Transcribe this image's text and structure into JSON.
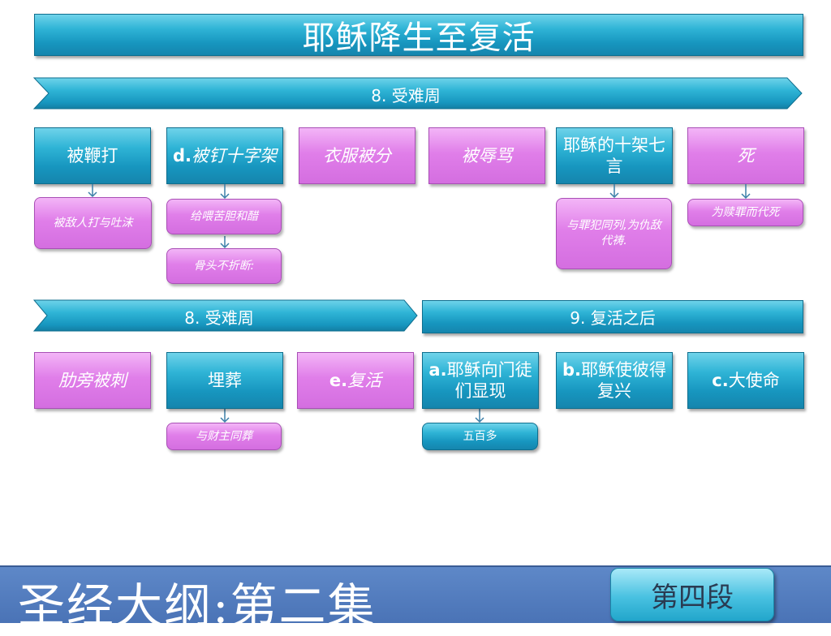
{
  "title": "耶稣降生至复活",
  "ribbons": {
    "top": "8. 受难周",
    "mid_left": "8. 受难周",
    "mid_right": "9. 复活之后"
  },
  "row1": [
    {
      "prefix": "",
      "label": "被鞭打"
    },
    {
      "prefix": "d.",
      "label": "被钉十字架"
    },
    {
      "prefix": "",
      "label": "衣服被分"
    },
    {
      "prefix": "",
      "label": "被辱骂"
    },
    {
      "prefix": "",
      "label": "耶稣的十架七言"
    },
    {
      "prefix": "",
      "label": "死"
    }
  ],
  "row1_notes": {
    "n1": "被敌人打与吐沫",
    "n2a": "给喂苦胆和醋",
    "n2b": "骨头不折断:",
    "n5": "与罪犯同列,为仇敌代祷.",
    "n6": "为赎罪而代死"
  },
  "row2": [
    {
      "prefix": "",
      "label": "肋旁被刺"
    },
    {
      "prefix": "",
      "label": "埋葬"
    },
    {
      "prefix": "e.",
      "label": "复活"
    },
    {
      "prefix": "a.",
      "label": "耶稣向门徒们显现"
    },
    {
      "prefix": "b.",
      "label": "耶稣使彼得复兴"
    },
    {
      "prefix": "c.",
      "label": "大使命"
    }
  ],
  "row2_notes": {
    "n2": "与财主同葬",
    "n4": "五百多"
  },
  "footer": {
    "title": "圣经大纲:第二集",
    "section_button": "第四段"
  }
}
